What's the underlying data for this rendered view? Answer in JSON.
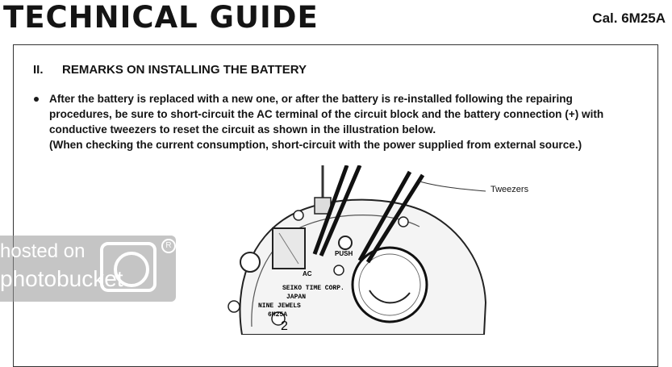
{
  "header": {
    "title": "TECHNICAL GUIDE",
    "caliber": "Cal. 6M25A"
  },
  "section": {
    "number": "II.",
    "heading": "REMARKS ON INSTALLING THE BATTERY"
  },
  "instruction": {
    "lines": [
      "After the battery is replaced with a new one, or after the battery is re-installed following the repairing",
      "procedures, be sure to short-circuit the AC terminal of the circuit block and the battery connection (+) with",
      "conductive tweezers to reset the circuit as shown in the illustration below.",
      "(When checking the current consumption, short-circuit with the power supplied from external source.)"
    ]
  },
  "illustration": {
    "callout": "Tweezers",
    "labels": {
      "push": "PUSH",
      "ac": "AC",
      "maker": "SEIKO TIME CORP.",
      "country": "JAPAN",
      "jewels": "NINE JEWELS",
      "model": "6M25A",
      "number": "2"
    }
  },
  "watermark": {
    "line1": "hosted on",
    "line2": "photobucket",
    "mark": "R"
  }
}
